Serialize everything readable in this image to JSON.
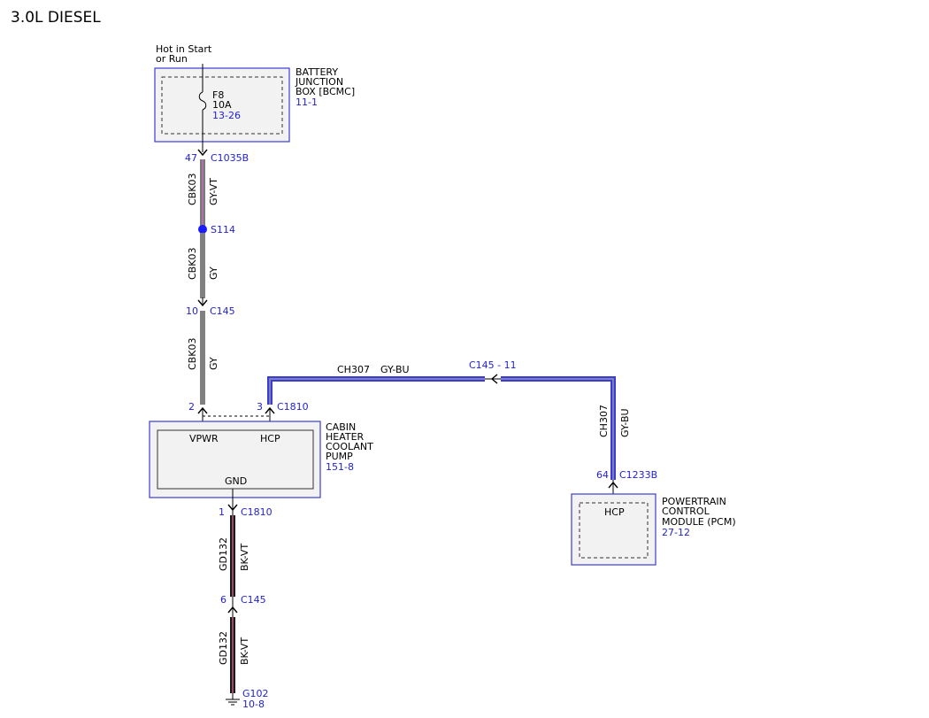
{
  "title": "3.0L DIESEL",
  "colors": {
    "blue_text": "#1f1fd0",
    "outer_box": "#3b3bd6",
    "box_fill": "#f2f2f2",
    "wire_gy": "#808080",
    "wire_gy_vt": "#8a70a8",
    "wire_gy_bu": "#3b3bd6",
    "wire_bk_vt": "#b04a6a",
    "splice": "#1a1aff"
  },
  "power_source": {
    "line1": "Hot in Start",
    "line2": "or Run"
  },
  "battery_box": {
    "line1": "BATTERY",
    "line2": "JUNCTION",
    "line3": "BOX [BCMC]",
    "ref": "11-1",
    "fuse": {
      "name": "F8",
      "rating": "10A",
      "ref": "13-26"
    }
  },
  "connectors": {
    "c1035b": {
      "pin": "47",
      "name": "C1035B"
    },
    "s114": {
      "name": "S114"
    },
    "c145_top": {
      "pin": "10",
      "name": "C145"
    },
    "c1810_pin2": {
      "pin": "2"
    },
    "c1810_pin3": {
      "pin": "3",
      "name": "C1810"
    },
    "c145_11": {
      "name": "C145 - 11"
    },
    "c1233b": {
      "pin": "64",
      "name": "C1233B"
    },
    "c1810_gnd": {
      "pin": "1",
      "name": "C1810"
    },
    "c145_gnd": {
      "pin": "6",
      "name": "C145"
    },
    "g102": {
      "name": "G102",
      "ref": "10-8"
    }
  },
  "wires": {
    "w1": {
      "circuit": "CBK03",
      "color": "GY-VT"
    },
    "w2": {
      "circuit": "CBK03",
      "color": "GY"
    },
    "w3": {
      "circuit": "CBK03",
      "color": "GY"
    },
    "w4": {
      "circuit": "CH307",
      "color": "GY-BU"
    },
    "w5": {
      "circuit": "CH307",
      "color": "GY-BU"
    },
    "w6": {
      "circuit": "GD132",
      "color": "BK-VT"
    },
    "w7": {
      "circuit": "GD132",
      "color": "BK-VT"
    }
  },
  "pump": {
    "line1": "CABIN",
    "line2": "HEATER",
    "line3": "COOLANT",
    "line4": "PUMP",
    "ref": "151-8",
    "pin_vpwr": "VPWR",
    "pin_hcp": "HCP",
    "pin_gnd": "GND"
  },
  "pcm": {
    "line1": "POWERTRAIN",
    "line2": "CONTROL",
    "line3": "MODULE (PCM)",
    "ref": "27-12",
    "pin_hcp": "HCP"
  }
}
